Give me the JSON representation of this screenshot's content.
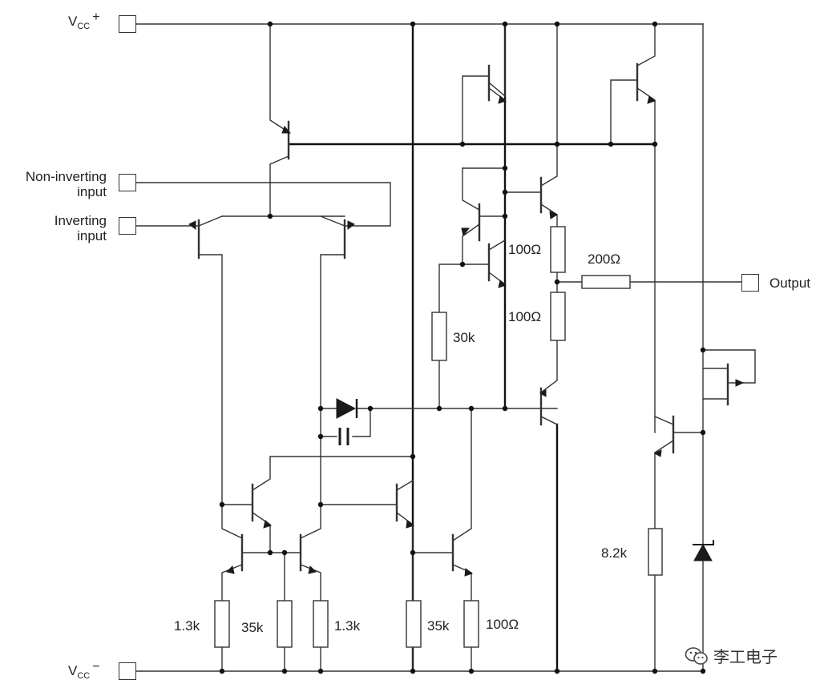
{
  "labels": {
    "vcc_plus_main": "V",
    "vcc_plus_sub": "CC",
    "vcc_plus_sign": "+",
    "vcc_minus_main": "V",
    "vcc_minus_sub": "CC",
    "vcc_minus_sign": "−",
    "noninv_line1": "Non-inverting",
    "noninv_line2": "input",
    "inv_line1": "Inverting",
    "inv_line2": "input",
    "output": "Output"
  },
  "resistors": {
    "r_out_upper": "100Ω",
    "r_out_lower": "100Ω",
    "r_output": "200Ω",
    "r_30k": "30k",
    "r_8_2k": "8.2k",
    "r_1_3k_left": "1.3k",
    "r_35k_left": "35k",
    "r_1_3k_right": "1.3k",
    "r_35k_mid": "35k",
    "r_100_bottom": "100Ω"
  },
  "watermark": "李工电子",
  "colors": {
    "wire": "#333333",
    "bus": "#111111",
    "component": "#1a1a1a"
  }
}
